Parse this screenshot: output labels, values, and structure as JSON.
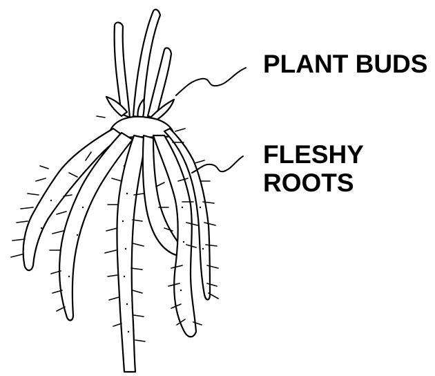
{
  "labels": {
    "plant_buds": "PLANT BUDS",
    "fleshy_roots_line1": "FLESHY",
    "fleshy_roots_line2": "ROOTS"
  },
  "colors": {
    "ink": "#000000",
    "background": "#ffffff"
  }
}
